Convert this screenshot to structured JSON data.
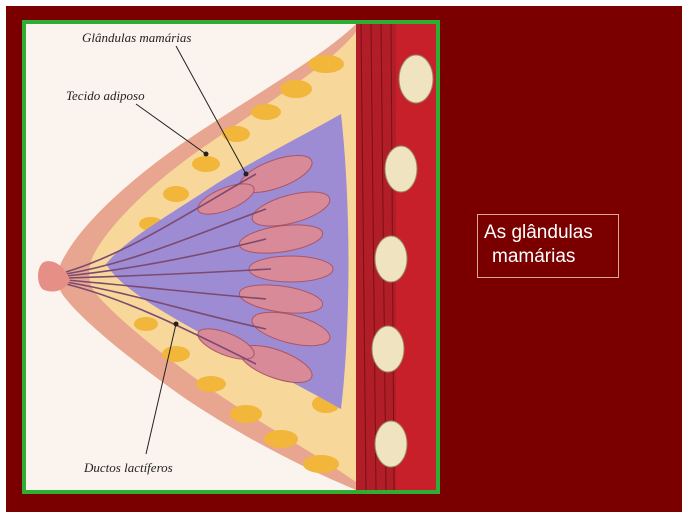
{
  "slide": {
    "title_lines": [
      "As glândulas",
      "mamárias"
    ]
  },
  "diagram": {
    "labels": {
      "glandulas": "Glândulas mamárias",
      "tecido": "Tecido adiposo",
      "ductos": "Ductos lactíferos"
    }
  },
  "colors": {
    "background": "#7a0000",
    "frame_border": "#2fae33",
    "title_text": "#ffffff",
    "title_border": "#d9a98a"
  }
}
